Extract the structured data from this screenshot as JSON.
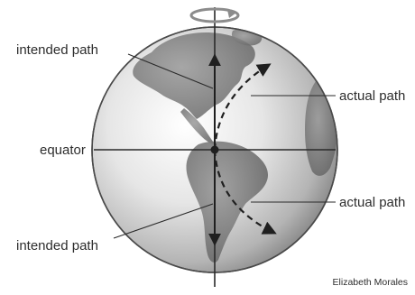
{
  "labels": {
    "intended_path_top": "intended path",
    "intended_path_bottom": "intended path",
    "actual_path_top": "actual path",
    "actual_path_bottom": "actual path",
    "equator": "equator"
  },
  "credit": "Elizabeth Morales",
  "colors": {
    "globe_light": "#f2f2f2",
    "globe_dark": "#6e6e6e",
    "land": "#8a8a8a",
    "land_dark": "#5f5f5f",
    "lines": "#2a2a2a",
    "rotation_arrow": "#8c8c8c",
    "text": "#2d2d2d"
  },
  "icons": {
    "rotation": "curved-rotation-arrow-icon",
    "pivot": "center-point-dot-icon"
  }
}
